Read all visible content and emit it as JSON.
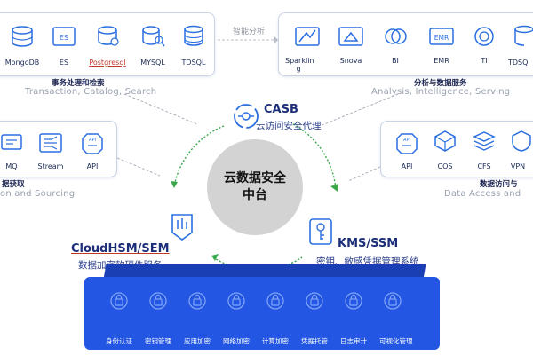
{
  "top_left": {
    "items": [
      "MongoDB",
      "ES",
      "Postgresql",
      "MYSQL",
      "TDSQL"
    ],
    "caption_cn": "事务处理和检索",
    "caption_en": "Transaction, Catalog, Search"
  },
  "top_middle_label": "智能分析",
  "top_right": {
    "items": [
      "Sparklin g",
      "Snova",
      "BI",
      "EMR",
      "TI",
      "TDSQ"
    ],
    "caption_cn": "分析与数据服务",
    "caption_en": "Analysis, Intelligence, Serving"
  },
  "mid_left": {
    "items": [
      "MQ",
      "Stream",
      "API"
    ],
    "caption_cn": "据获取",
    "caption_en": "on and Sourcing"
  },
  "mid_right": {
    "items": [
      "API",
      "COS",
      "CFS",
      "VPN"
    ],
    "caption_cn": "数据访问与",
    "caption_en": "Data Access and"
  },
  "hub": {
    "line1": "云数据安全",
    "line2": "中台"
  },
  "casb": {
    "title": "CASB",
    "subtitle": "云访问安全代理"
  },
  "hsm": {
    "title": "CloudHSM/SEM",
    "subtitle": "数据加密软硬件服务"
  },
  "kms": {
    "title": "KMS/SSM",
    "subtitle": "密钥、敏感凭据管理系统"
  },
  "bottom_bar": {
    "labels": [
      "身份认证",
      "密钥管理",
      "应用加密",
      "网络加密",
      "计算加密",
      "凭据托管",
      "日志审计",
      "可视化管理"
    ],
    "color": "#2256e3"
  },
  "colors": {
    "accent": "#2a6fe0",
    "arrow": "#3aa84a",
    "hub": "#d3d3d3"
  }
}
